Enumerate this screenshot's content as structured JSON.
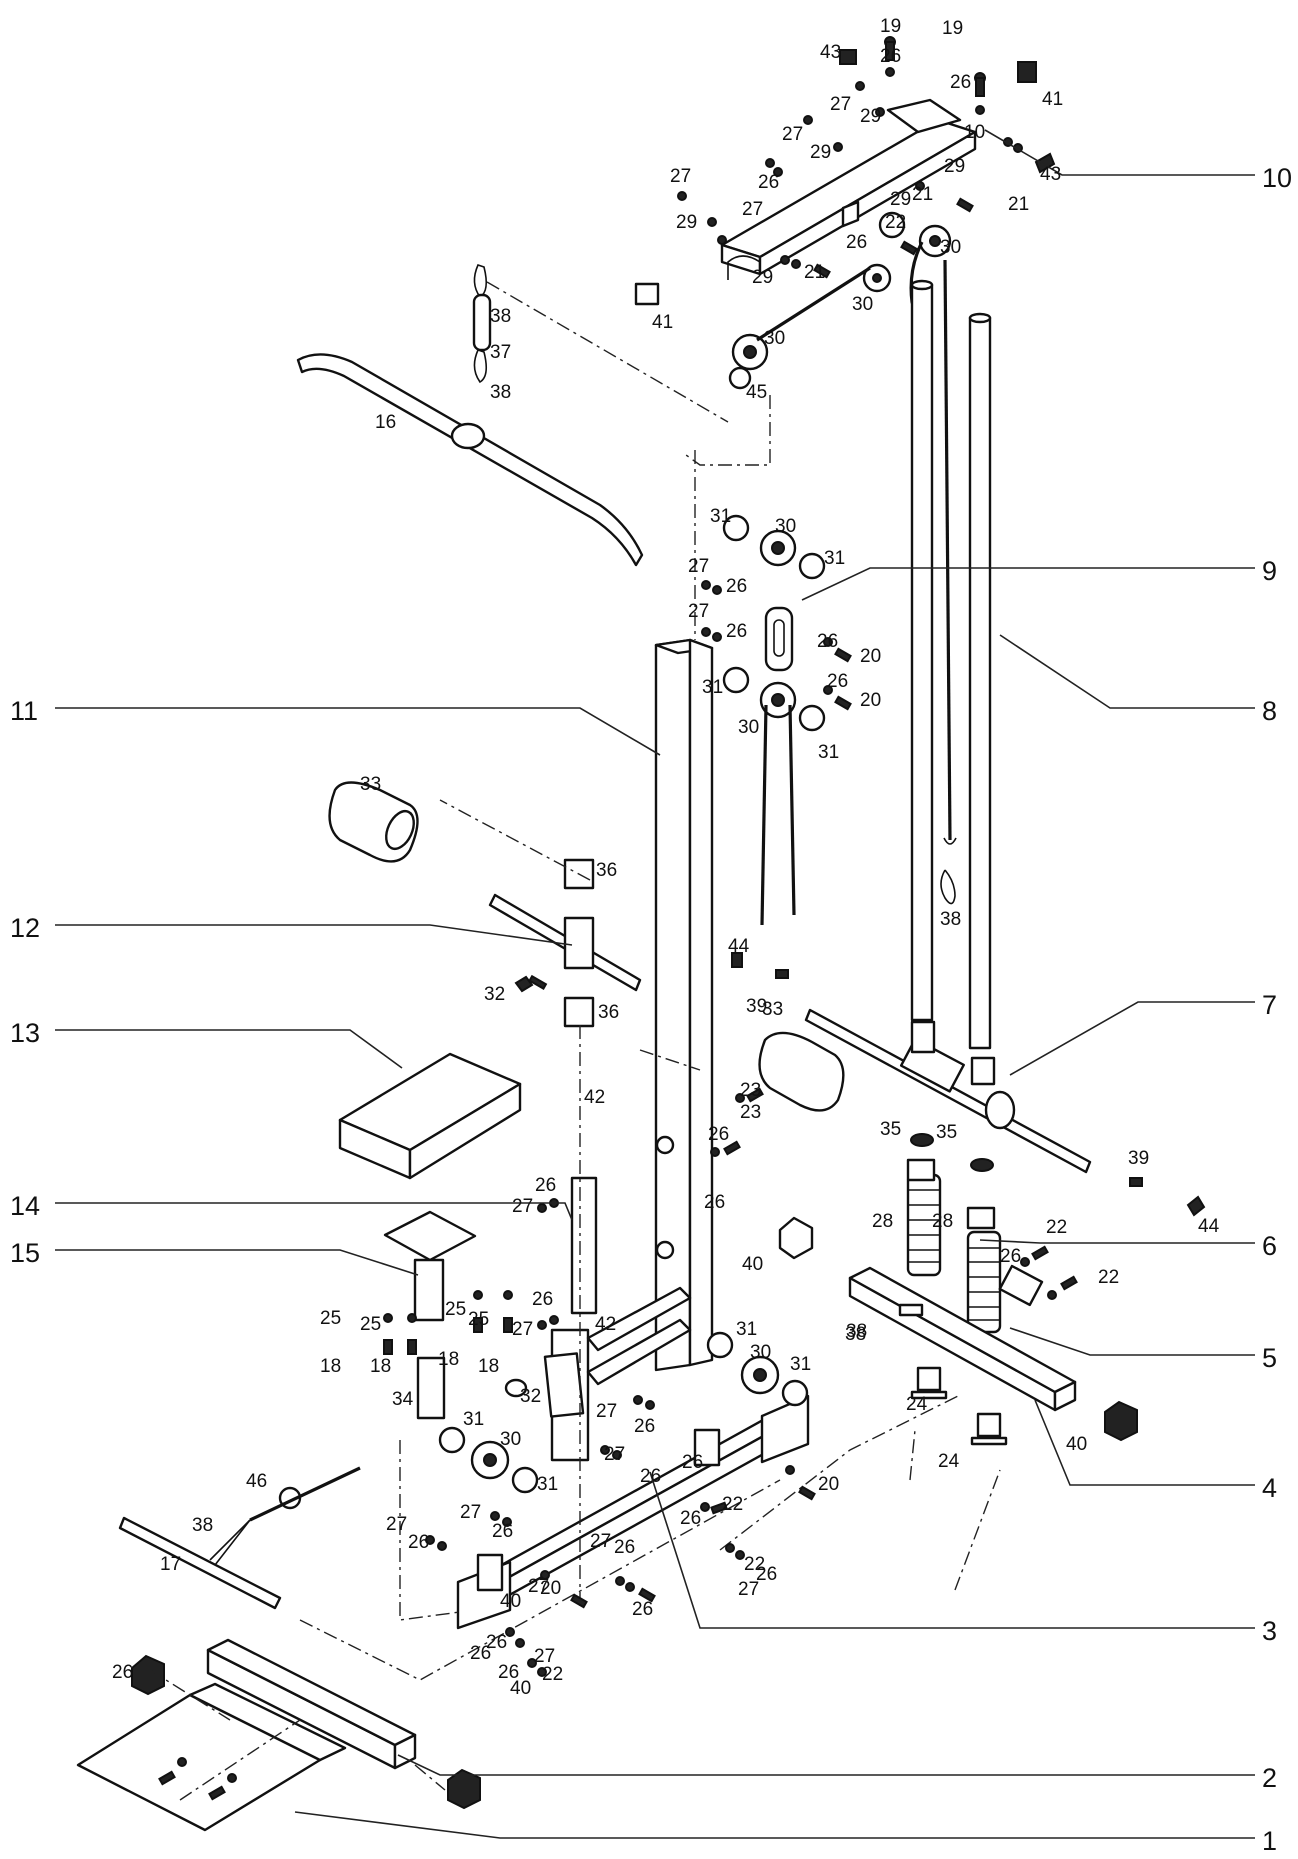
{
  "diagram": {
    "type": "exploded-assembly",
    "main_labels": [
      "1",
      "2",
      "3",
      "4",
      "5",
      "6",
      "7",
      "8",
      "9",
      "10",
      "11",
      "12",
      "13",
      "14",
      "15"
    ],
    "part_labels": [
      "19",
      "19",
      "26",
      "26",
      "43",
      "41",
      "27",
      "29",
      "10",
      "27",
      "29",
      "29",
      "43",
      "21",
      "27",
      "26",
      "29",
      "21",
      "27",
      "22",
      "29",
      "26",
      "30",
      "30",
      "21",
      "41",
      "29",
      "30",
      "38",
      "37",
      "38",
      "45",
      "16",
      "31",
      "30",
      "31",
      "27",
      "26",
      "27",
      "26",
      "26",
      "20",
      "31",
      "26",
      "20",
      "30",
      "31",
      "33",
      "36",
      "32",
      "36",
      "33",
      "23",
      "26",
      "42",
      "39",
      "44",
      "35",
      "35",
      "28",
      "28",
      "22",
      "22",
      "26",
      "44",
      "39",
      "26",
      "23",
      "27",
      "26",
      "38",
      "40",
      "40",
      "24",
      "24",
      "38",
      "25",
      "25",
      "25",
      "25",
      "18",
      "18",
      "18",
      "18",
      "26",
      "27",
      "42",
      "34",
      "32",
      "31",
      "30",
      "31",
      "38",
      "31",
      "30",
      "31",
      "27",
      "26",
      "27",
      "26",
      "26",
      "20",
      "46",
      "38",
      "17",
      "27",
      "26",
      "27",
      "26",
      "22",
      "26",
      "27",
      "26",
      "26",
      "27",
      "22",
      "26",
      "20",
      "40",
      "27",
      "26",
      "27",
      "26",
      "22",
      "26",
      "26",
      "40"
    ]
  }
}
